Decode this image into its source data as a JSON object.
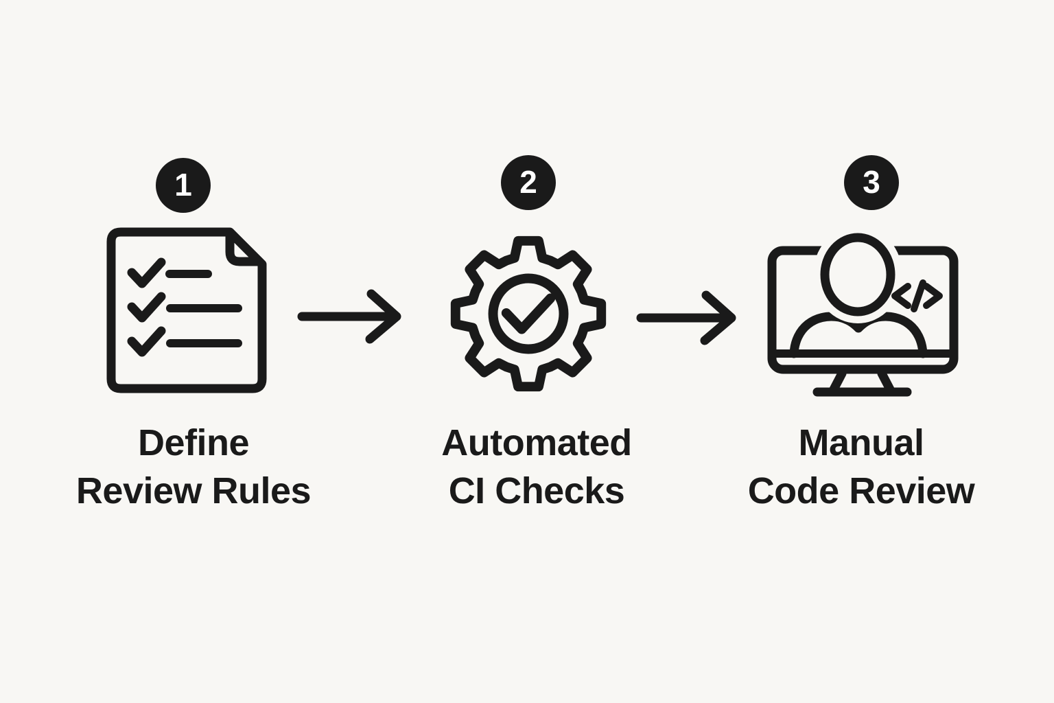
{
  "canvas": {
    "background": "#f8f7f4",
    "ink": "#1a1a1a",
    "badge_text_color": "#ffffff"
  },
  "steps": [
    {
      "number": "1",
      "icon": "checklist-document-icon",
      "label": {
        "line1": "Define",
        "line2": "Review Rules"
      }
    },
    {
      "number": "2",
      "icon": "gear-check-icon",
      "label": {
        "line1": "Automated",
        "line2": "CI Checks"
      }
    },
    {
      "number": "3",
      "icon": "person-monitor-code-icon",
      "label": {
        "line1": "Manual",
        "line2": "Code Review"
      }
    }
  ],
  "arrows": [
    {
      "icon": "arrow-right-icon"
    },
    {
      "icon": "arrow-right-icon"
    }
  ]
}
